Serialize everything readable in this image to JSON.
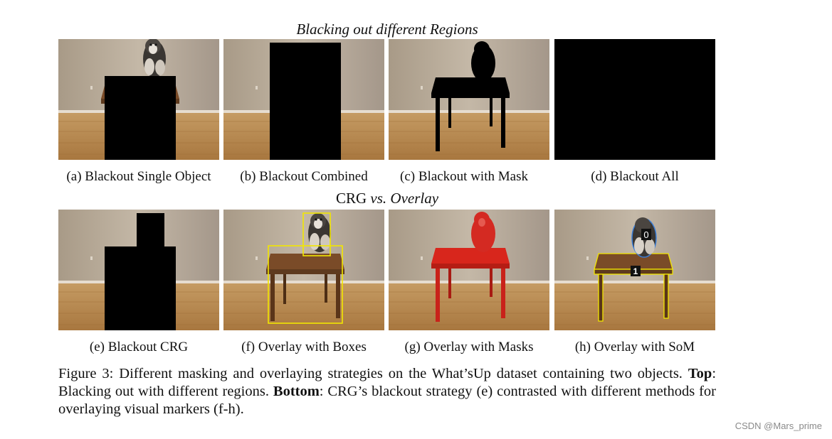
{
  "section_titles": {
    "top": "Blacking out different Regions",
    "bottom_prefix": "CRG",
    "bottom_vs": "vs.",
    "bottom_overlay": "Overlay"
  },
  "panels": [
    {
      "id": "a",
      "caption": "(a) Blackout Single Object"
    },
    {
      "id": "b",
      "caption": "(b) Blackout Combined"
    },
    {
      "id": "c",
      "caption": "(c) Blackout with Mask"
    },
    {
      "id": "d",
      "caption": "(d) Blackout All"
    },
    {
      "id": "e",
      "caption": "(e) Blackout CRG"
    },
    {
      "id": "f",
      "caption": "(f) Overlay with Boxes"
    },
    {
      "id": "g",
      "caption": "(g) Overlay with Masks"
    },
    {
      "id": "h",
      "caption": "(h) Overlay with SoM"
    }
  ],
  "som_labels": {
    "dog": "0",
    "table": "1"
  },
  "figure_caption": {
    "label": "Figure 3:",
    "text1": " Different masking and overlaying strategies on the What’sUp dataset containing two objects. ",
    "top_label": "Top",
    "text2": ": Blacking out with different regions. ",
    "bottom_label": "Bottom",
    "text3": ": CRG’s blackout strategy (e) contrasted with different methods for overlaying visual markers (f-h)."
  },
  "watermark": "CSDN @Mars_prime",
  "colors": {
    "wall": "#b7aa98",
    "floor": "#b98a54",
    "table": "#6f4526",
    "overlay_red": "#d8261c",
    "box_yellow": "#f2e600",
    "som_blue": "#3b7fd8"
  }
}
